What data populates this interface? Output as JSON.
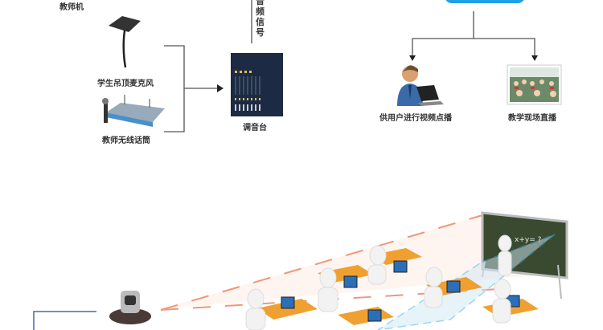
{
  "labels": {
    "teacher_pc": "教师机",
    "ceiling_mic": "学生吊顶麦克风",
    "wireless_mic": "教师无线话筒",
    "mixer": "调音台",
    "audio_signal": "音频信号",
    "vod": "供用户进行视频点播",
    "live": "教学现场直播",
    "blackboard_text": "x+y= ?"
  },
  "colors": {
    "line": "#555555",
    "blue_pill": "#1ea0e6",
    "camera_line": "#4a6aa0",
    "dash": "#f0967a",
    "desk": "#f0a030",
    "board": "#3a4a30"
  }
}
